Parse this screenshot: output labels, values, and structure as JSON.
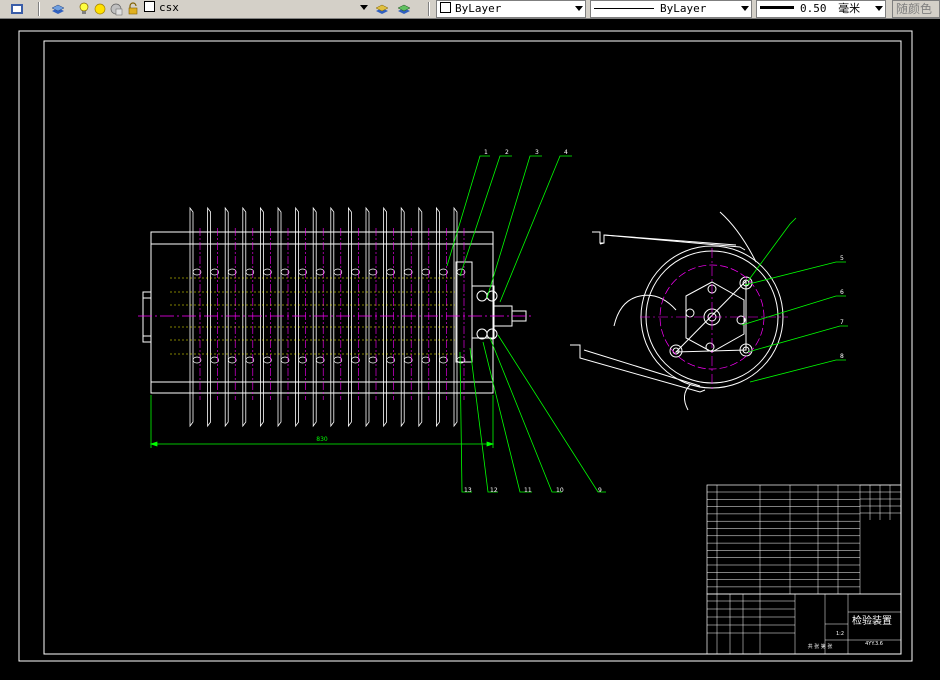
{
  "toolbar": {
    "layer_name": "csx",
    "color_value": "ByLayer",
    "linetype_value": "ByLayer",
    "lineweight_value": "0.50",
    "lineweight_unit": "毫米",
    "plotstyle_value": "随颜色"
  },
  "drawing": {
    "dimension_label": "830",
    "balloons_top": [
      "1",
      "2",
      "3",
      "4"
    ],
    "balloons_bottom": [
      "13",
      "12",
      "11",
      "10",
      "9"
    ],
    "balloons_side": [
      "5",
      "6",
      "7",
      "8"
    ],
    "title_block": {
      "title": "检验装置",
      "drawing_code": "4YY.3.6",
      "scale": "1:2",
      "sheet": "共 张 第 张"
    }
  },
  "colors": {
    "background": "#000000",
    "lines": "#ffffff",
    "centerline": "#ff00ff",
    "leaders": "#00ff00",
    "hidden": "#ffff00",
    "dimension": "#00ff00"
  }
}
